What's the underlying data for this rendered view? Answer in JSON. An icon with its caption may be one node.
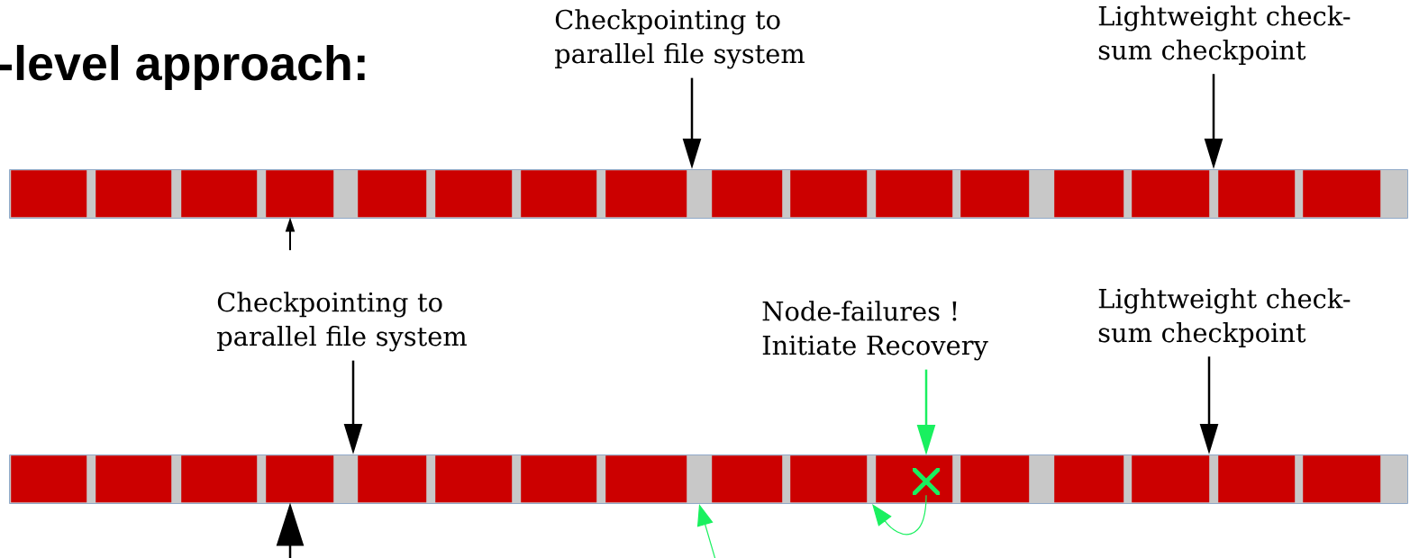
{
  "diagram": {
    "title": "-level approach:",
    "nodes": [
      {
        "text": [],
        "shape": "bar"
      },
      {
        "text": [],
        "shape": "box",
        "in": 0
      },
      {
        "text": [],
        "shape": "box",
        "in": 0
      },
      {
        "text": [],
        "shape": "box",
        "in": 0
      },
      {
        "text": [],
        "shape": "box",
        "in": 0
      },
      {
        "text": [],
        "shape": "box",
        "in": 0
      },
      {
        "text": [],
        "shape": "box",
        "in": 0
      },
      {
        "text": [],
        "shape": "box",
        "in": 0
      },
      {
        "text": [],
        "shape": "box",
        "in": 0
      },
      {
        "text": [],
        "shape": "box",
        "in": 0
      },
      {
        "text": [],
        "shape": "box",
        "in": 0
      },
      {
        "text": [],
        "shape": "box",
        "in": 0
      },
      {
        "text": [],
        "shape": "box",
        "in": 0
      },
      {
        "text": [],
        "shape": "box",
        "in": 0
      },
      {
        "text": [],
        "shape": "box",
        "in": 0
      },
      {
        "text": [],
        "shape": "box",
        "in": 0
      },
      {
        "text": [],
        "shape": "box",
        "in": 0
      },
      {
        "text": [],
        "shape": "bar"
      },
      {
        "text": [],
        "shape": "box",
        "in": 17
      },
      {
        "text": [],
        "shape": "box",
        "in": 17
      },
      {
        "text": [],
        "shape": "box",
        "in": 17
      },
      {
        "text": [],
        "shape": "box",
        "in": 17
      },
      {
        "text": [],
        "shape": "box",
        "in": 17
      },
      {
        "text": [],
        "shape": "box",
        "in": 17
      },
      {
        "text": [],
        "shape": "box",
        "in": 17
      },
      {
        "text": [],
        "shape": "box",
        "in": 17
      },
      {
        "text": [],
        "shape": "box",
        "in": 17
      },
      {
        "text": [],
        "shape": "box",
        "in": 17
      },
      {
        "text": [],
        "shape": "box",
        "in": 17
      },
      {
        "text": [],
        "shape": "box",
        "in": 17
      },
      {
        "text": [],
        "shape": "box",
        "in": 17
      },
      {
        "text": [],
        "shape": "box",
        "in": 17
      },
      {
        "text": [],
        "shape": "box",
        "in": 17
      },
      {
        "text": [],
        "shape": "box",
        "in": 17
      },
      {
        "text": [
          "Checkpointing to parallel file system"
        ]
      },
      {
        "text": [
          "Lightweight check-sum checkpoint"
        ]
      },
      {
        "text": [
          "Checkpointing to parallel file system"
        ]
      },
      {
        "text": [
          "Node-failures ! Initiate Recovery"
        ]
      },
      {
        "text": [
          "Lightweight check-sum checkpoint"
        ]
      },
      {
        "text": [],
        "shape": "cross",
        "in": 28
      }
    ],
    "edges": [
      {
        "from": 34,
        "to": 0,
        "arrow": "to"
      },
      {
        "from": 35,
        "to": 0,
        "arrow": "to"
      },
      {
        "from": null,
        "to": 4,
        "arrow": "to"
      },
      {
        "from": 36,
        "to": 17,
        "arrow": "to"
      },
      {
        "from": 38,
        "to": 17,
        "arrow": "to"
      },
      {
        "from": 37,
        "to": 28,
        "arrow": "to",
        "color": "#19f05f"
      },
      {
        "from": 39,
        "to": 17,
        "arrow": "to",
        "color": "#19f05f"
      },
      {
        "from": null,
        "to": 17,
        "arrow": "to",
        "color": "#19f05f"
      },
      {
        "from": null,
        "to": 21,
        "arrow": "to"
      }
    ]
  }
}
